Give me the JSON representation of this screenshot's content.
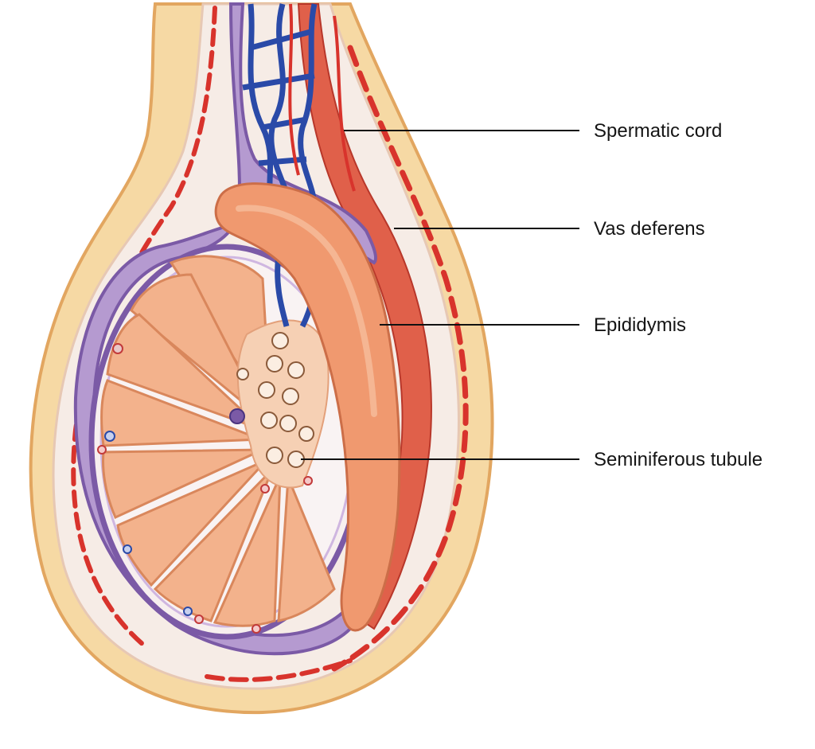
{
  "diagram": {
    "labels": [
      {
        "id": "spermatic-cord",
        "text": "Spermatic cord"
      },
      {
        "id": "vas-deferens",
        "text": "Vas deferens"
      },
      {
        "id": "epididymis",
        "text": "Epididymis"
      },
      {
        "id": "seminiferous-tubule",
        "text": "Seminiferous tubule"
      }
    ],
    "colors": {
      "skin": "#f6d9a4",
      "skin_outline": "#e2a660",
      "fascia": "#f4efe9",
      "tunica": "#7b5aa6",
      "tunica_light": "#b59ad0",
      "vein": "#2a4aa8",
      "artery": "#d8332c",
      "epididymis": "#f0996f",
      "lobule": "#f3b28c",
      "muscle": "#e0604a"
    },
    "icons": [
      "testis-cross-section-illustration"
    ]
  }
}
